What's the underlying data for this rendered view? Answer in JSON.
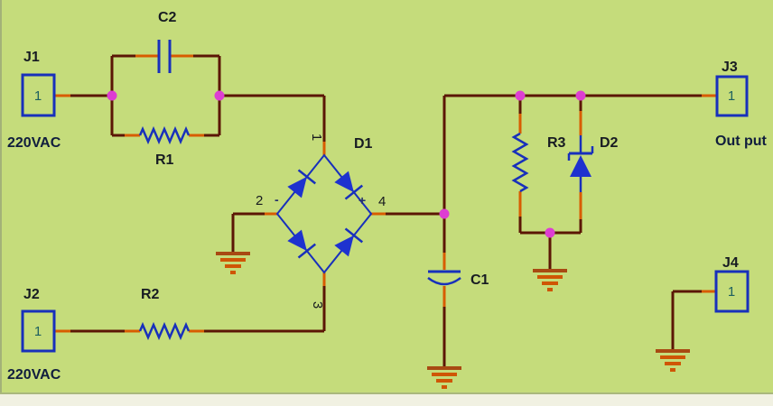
{
  "colors": {
    "bg": "#c5dc7b",
    "wire": "#5b1605",
    "pin": "#d85c00",
    "junction": "#dd3ed2",
    "comp": "#1830bb",
    "diode": "#1e32cf",
    "ground-top": "#a84a12",
    "ground": "#cf5604",
    "label": "#171b22",
    "navy": "#101d3d",
    "teal": "#1d5f5f",
    "strip": "#f1f1e2"
  },
  "connectors": {
    "j1": {
      "ref": "J1",
      "pin": "1",
      "caption": "220VAC"
    },
    "j2": {
      "ref": "J2",
      "pin": "1",
      "caption": "220VAC"
    },
    "j3": {
      "ref": "J3",
      "pin": "1",
      "caption": "Out put"
    },
    "j4": {
      "ref": "J4",
      "pin": "1"
    }
  },
  "labels": {
    "c2": "C2",
    "r1": "R1",
    "r2": "R2",
    "r3": "R3",
    "c1": "C1",
    "d1": "D1",
    "d2": "D2"
  },
  "bridge": {
    "pin1": "1",
    "pin2": "2",
    "pin3": "3",
    "pin4": "4",
    "plus": "+",
    "minus": "-"
  }
}
